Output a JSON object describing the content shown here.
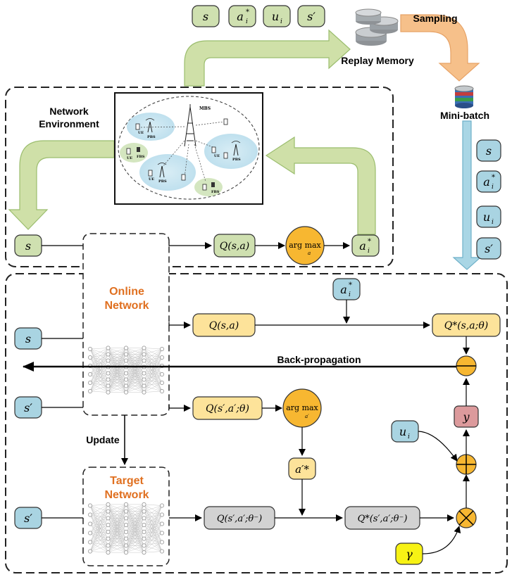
{
  "labels": {
    "network_environment": [
      "Network",
      "Environment"
    ],
    "replay_memory": "Replay Memory",
    "sampling": "Sampling",
    "mini_batch": "Mini-batch",
    "online_network": [
      "Online",
      "Network"
    ],
    "target_network": [
      "Target",
      "Network"
    ],
    "back_propagation": "Back-propagation",
    "update": "Update"
  },
  "environment_labels": {
    "mbs": "MBS",
    "pbs": "PBS",
    "fbs": "FBS",
    "ue": "UE"
  },
  "symbols": {
    "s": "s",
    "a_star": "a",
    "u": "u",
    "s_prime": "s′",
    "y": "y",
    "gamma": "γ",
    "q_online_env": "Q(s,a)",
    "q_online": "Q(s,a)",
    "q_online_star": "Q*(s,a;θ)",
    "q_next": "Q(s′,a′;θ)",
    "q_target": "Q(s′,a′;θ⁻)",
    "q_target_star": "Q*(s′,a′;θ⁻)",
    "argmax": "arg max",
    "a_prime_star": "a′*"
  },
  "colors": {
    "green_box": "#cfe0b0",
    "blue_box": "#a9d4e2",
    "yellow_box": "#fde39a",
    "gray_box": "#d2d2d2",
    "orange_node": "#f7b731",
    "red_box": "#dc9a9c",
    "gamma_box": "#f7f214",
    "green_arrow": "#cfe0a8",
    "blue_arrow": "#a9d6e5",
    "orange_arrow": "#f6c08a",
    "label_orange": "#e07020"
  }
}
